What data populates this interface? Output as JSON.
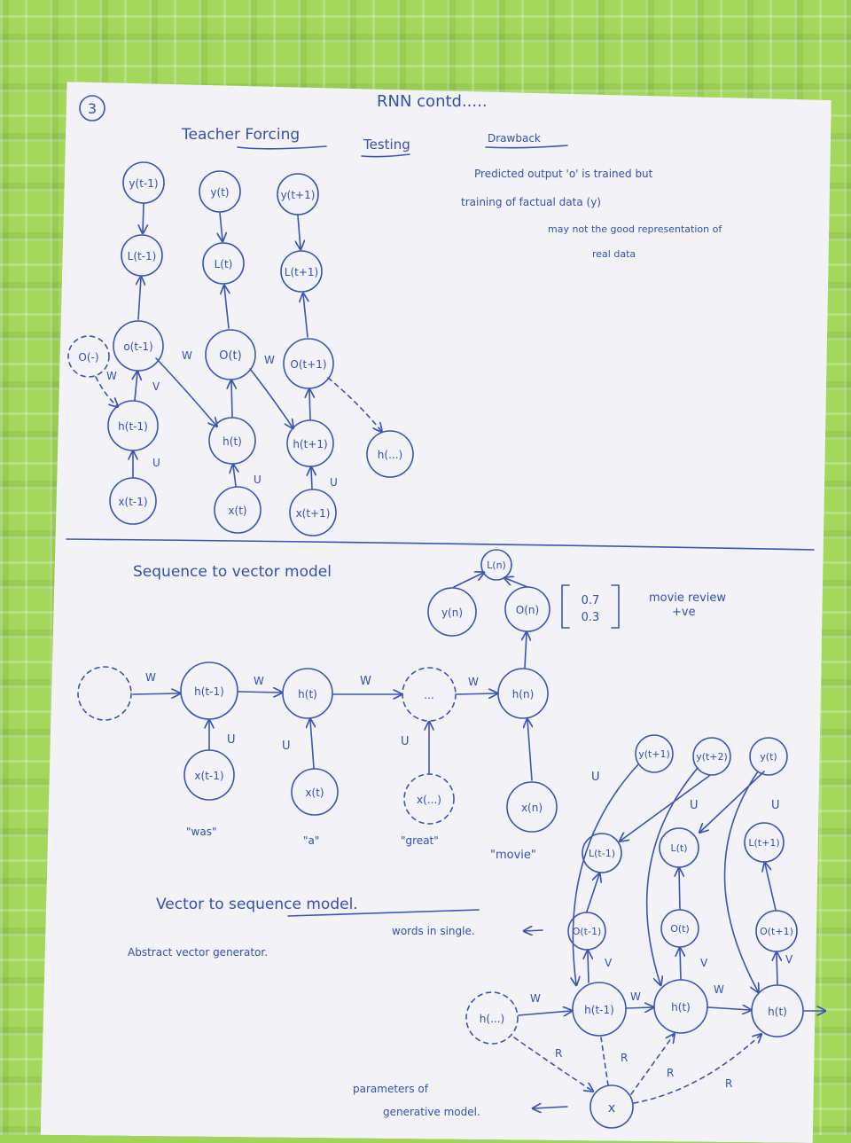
{
  "page_number": "3",
  "title": "RNN contd.....",
  "teacher_forcing": {
    "heading": "Teacher Forcing",
    "testing": "Testing",
    "y_nodes": [
      "y(t-1)",
      "y(t)",
      "y(t+1)"
    ],
    "l_nodes": [
      "L(t-1)",
      "L(t)",
      "L(t+1)"
    ],
    "o_nodes": [
      "o(t-1)",
      "O(t)",
      "O(t+1)"
    ],
    "o_prev": "O(-)",
    "h_nodes": [
      "h(t-1)",
      "h(t)",
      "h(t+1)",
      "h(...)"
    ],
    "x_nodes": [
      "x(t-1)",
      "x(t)",
      "x(t+1)"
    ],
    "w": "W",
    "v": "V",
    "u": "U"
  },
  "drawback": {
    "heading": "Drawback",
    "line1": "Predicted output 'o' is trained but",
    "line2": "training of factual data (y)",
    "line3": "may not the good representation of",
    "line4": "real data"
  },
  "seq_to_vec": {
    "heading": "Sequence to vector model",
    "h_nodes": [
      "h(t-1)",
      "h(t)",
      "...",
      "h(n)"
    ],
    "x_nodes": [
      "x(t-1)",
      "x(t)",
      "x(...)",
      "x(n)"
    ],
    "words": [
      "\"was\"",
      "\"a\"",
      "\"great\"",
      "\"movie\""
    ],
    "y": "y(n)",
    "o": "O(n)",
    "l": "L(n)",
    "vector": [
      "0.7",
      "0.3"
    ],
    "review_line1": "movie review",
    "review_line2": "+ve",
    "w": "W",
    "u": "U"
  },
  "vec_to_seq": {
    "heading": "Vector to sequence model.",
    "abstract": "Abstract vector generator.",
    "words_in_single": "words in single.",
    "params_line1": "parameters of",
    "params_line2": "generative model.",
    "y_nodes": [
      "y(t+1)",
      "y(t+2)",
      "y(t)"
    ],
    "l_nodes": [
      "L(t-1)",
      "L(t)",
      "L(t+1)"
    ],
    "o_nodes": [
      "O(t-1)",
      "O(t)",
      "O(t+1)"
    ],
    "h_nodes": [
      "h(...)",
      "h(t-1)",
      "h(t)",
      "h(t)"
    ],
    "x": "x",
    "w": "W",
    "v": "V",
    "u": "U",
    "r": "R"
  }
}
